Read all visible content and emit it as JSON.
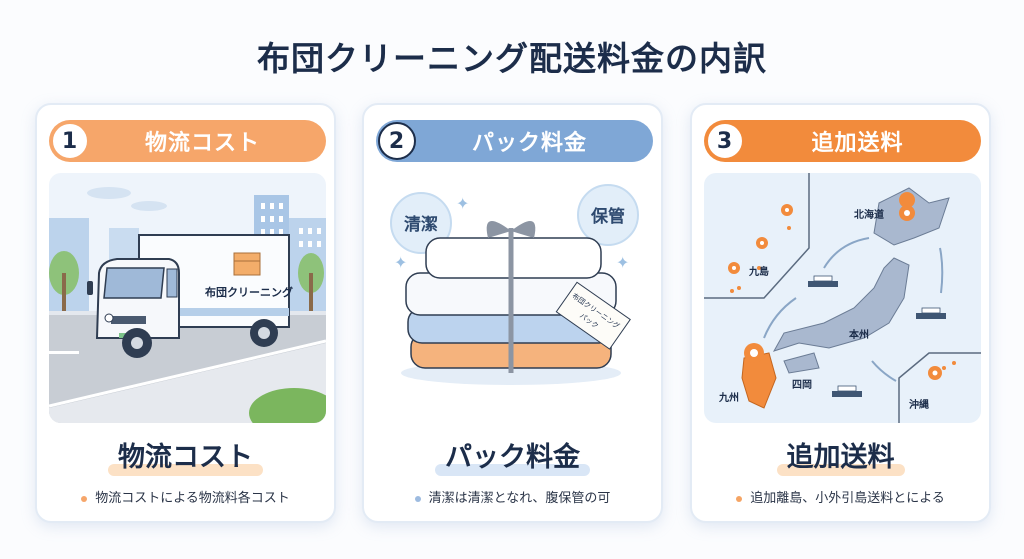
{
  "page": {
    "title": "布団クリーニング配送料金の内訳"
  },
  "colors": {
    "card1_accent": "#f6a66a",
    "card2_accent": "#7fa7d6",
    "card3_accent": "#f28b3c",
    "title_text": "#1c2d4a"
  },
  "cards": [
    {
      "number": "1",
      "header_label": "物流コスト",
      "illustration": {
        "type": "delivery-truck",
        "truck_text": "布団クリーニング"
      },
      "title": "物流コスト",
      "description": "物流コストによる物流料各コスト"
    },
    {
      "number": "2",
      "header_label": "パック料金",
      "illustration": {
        "type": "folded-futon-pack",
        "bubble_left": "清潔",
        "bubble_right": "保管",
        "tag_line1": "布団クリーニング",
        "tag_line2": "パック"
      },
      "title": "パック料金",
      "description": "清潔は清潔となれ、腹保管の可"
    },
    {
      "number": "3",
      "header_label": "追加送料",
      "illustration": {
        "type": "japan-map",
        "labels": {
          "hokkaido": "北海道",
          "kyushu_islands": "九島",
          "honshu": "本州",
          "shikoku": "四岡",
          "kyushu": "九州",
          "okinawa": "沖縄"
        }
      },
      "title": "追加送料",
      "description": "追加離島、小外引島送料とによる"
    }
  ]
}
